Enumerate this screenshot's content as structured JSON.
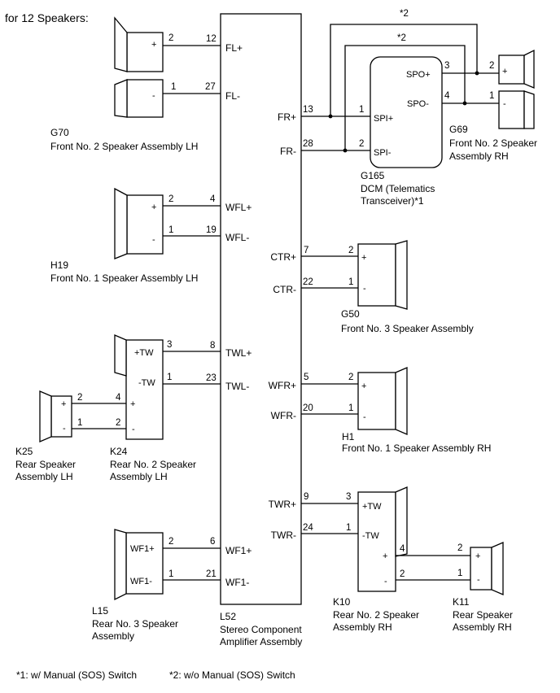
{
  "header": "for 12 Speakers:",
  "amp": {
    "id": "L52",
    "name_lines": [
      "Stereo Component",
      "Amplifier Assembly"
    ],
    "left_terminals": [
      "FL+",
      "FL-",
      "WFL+",
      "WFL-",
      "TWL+",
      "TWL-",
      "WF1+",
      "WF1-"
    ],
    "right_terminals": [
      "FR+",
      "FR-",
      "CTR+",
      "CTR-",
      "WFR+",
      "WFR-",
      "TWR+",
      "TWR-"
    ],
    "left_pins": [
      "12",
      "27",
      "4",
      "19",
      "8",
      "23",
      "6",
      "21"
    ],
    "right_pins": [
      "13",
      "28",
      "7",
      "22",
      "5",
      "20",
      "9",
      "24"
    ]
  },
  "components": {
    "g70": {
      "id": "G70",
      "name": "Front No. 2 Speaker Assembly LH",
      "pins": [
        "2",
        "1"
      ],
      "symbols": [
        "+",
        "-"
      ]
    },
    "h19": {
      "id": "H19",
      "name": "Front No. 1 Speaker Assembly LH",
      "pins": [
        "2",
        "1"
      ],
      "symbols": [
        "+",
        "-"
      ]
    },
    "k24": {
      "id": "K24",
      "name_lines": [
        "Rear No. 2 Speaker",
        "Assembly LH"
      ],
      "pins": [
        "3",
        "1",
        "4",
        "2"
      ],
      "symbols": [
        "+TW",
        "-TW",
        "+",
        "-"
      ]
    },
    "k25": {
      "id": "K25",
      "name_lines": [
        "Rear Speaker",
        "Assembly LH"
      ],
      "pins": [
        "2",
        "1"
      ],
      "symbols": [
        "+",
        "-"
      ]
    },
    "l15": {
      "id": "L15",
      "name_lines": [
        "Rear No. 3 Speaker",
        "Assembly"
      ],
      "pins": [
        "2",
        "1"
      ],
      "symbols": [
        "WF1+",
        "WF1-"
      ]
    },
    "g165": {
      "id": "G165",
      "name_lines": [
        "DCM (Telematics",
        "Transceiver)*1"
      ],
      "pins": [
        "1",
        "2",
        "3",
        "4"
      ],
      "symbols": [
        "SPI+",
        "SPI-",
        "SPO+",
        "SPO-"
      ]
    },
    "g69": {
      "id": "G69",
      "name_lines": [
        "Front No. 2 Speaker",
        "Assembly RH"
      ],
      "pins": [
        "2",
        "1"
      ],
      "symbols": [
        "+",
        "-"
      ]
    },
    "g50": {
      "id": "G50",
      "name": "Front No. 3 Speaker Assembly",
      "pins": [
        "2",
        "1"
      ],
      "symbols": [
        "+",
        "-"
      ]
    },
    "h1": {
      "id": "H1",
      "name": "Front No. 1 Speaker Assembly RH",
      "pins": [
        "2",
        "1"
      ],
      "symbols": [
        "+",
        "-"
      ]
    },
    "k10": {
      "id": "K10",
      "name_lines": [
        "Rear No. 2 Speaker",
        "Assembly RH"
      ],
      "pins": [
        "3",
        "1",
        "4",
        "2"
      ],
      "symbols": [
        "+TW",
        "-TW",
        "+",
        "-"
      ]
    },
    "k11": {
      "id": "K11",
      "name_lines": [
        "Rear Speaker",
        "Assembly RH"
      ],
      "pins": [
        "2",
        "1"
      ],
      "symbols": [
        "+",
        "-"
      ]
    }
  },
  "bypass_marks": [
    "*2",
    "*2"
  ],
  "footnotes": [
    "*1: w/ Manual (SOS) Switch",
    "*2: w/o Manual (SOS) Switch"
  ]
}
